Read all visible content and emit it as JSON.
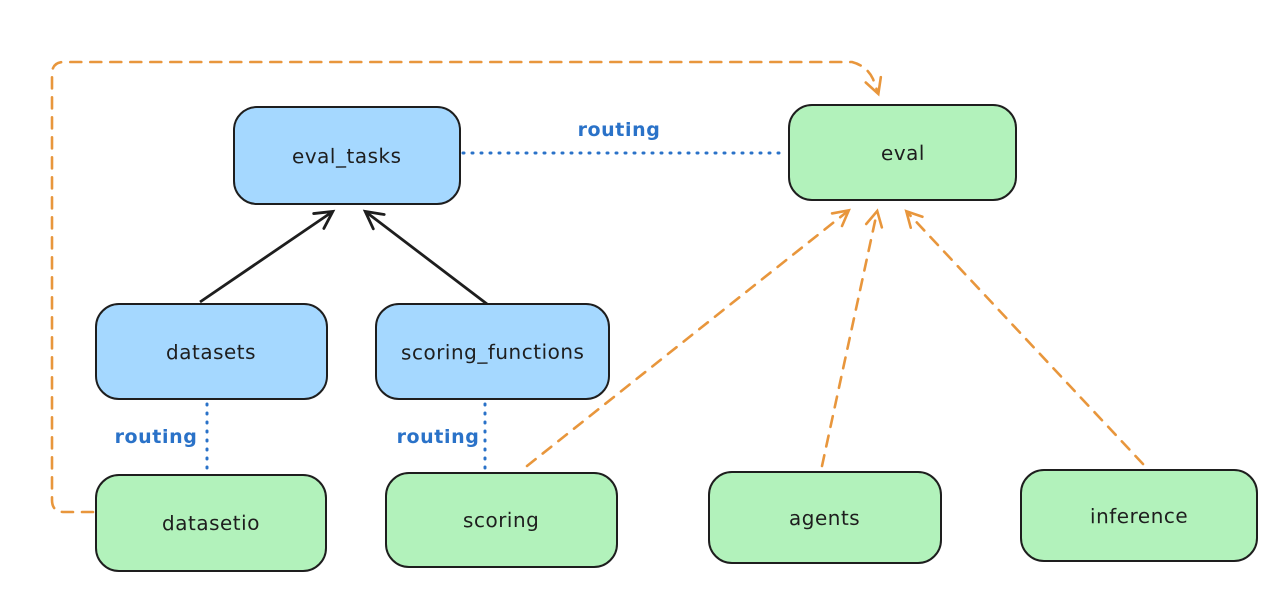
{
  "diagram": {
    "title": "",
    "colors": {
      "background": "#ffffff",
      "node_border": "#1e1e1e",
      "blue_node_fill": "#a5d8ff",
      "green_node_fill": "#b2f2bb",
      "solid_edge": "#1e1e1e",
      "routing_edge": "#2a72c8",
      "routing_label_text": "#2a72c8",
      "dependency_edge": "#e8963c"
    },
    "nodes": {
      "eval_tasks": {
        "label": "eval_tasks",
        "fill": "#a5d8ff"
      },
      "eval": {
        "label": "eval",
        "fill": "#b2f2bb"
      },
      "datasets": {
        "label": "datasets",
        "fill": "#a5d8ff"
      },
      "scoring_functions": {
        "label": "scoring_functions",
        "fill": "#a5d8ff"
      },
      "datasetio": {
        "label": "datasetio",
        "fill": "#b2f2bb"
      },
      "scoring": {
        "label": "scoring",
        "fill": "#b2f2bb"
      },
      "agents": {
        "label": "agents",
        "fill": "#b2f2bb"
      },
      "inference": {
        "label": "inference",
        "fill": "#b2f2bb"
      }
    },
    "edges": [
      {
        "from": "datasets",
        "to": "eval_tasks",
        "style": "solid",
        "arrow": true,
        "color": "#1e1e1e",
        "label": ""
      },
      {
        "from": "scoring_functions",
        "to": "eval_tasks",
        "style": "solid",
        "arrow": true,
        "color": "#1e1e1e",
        "label": ""
      },
      {
        "from": "eval_tasks",
        "to": "eval",
        "style": "dotted",
        "arrow": false,
        "color": "#2a72c8",
        "label": "routing"
      },
      {
        "from": "datasets",
        "to": "datasetio",
        "style": "dotted",
        "arrow": false,
        "color": "#2a72c8",
        "label": "routing"
      },
      {
        "from": "scoring_functions",
        "to": "scoring",
        "style": "dotted",
        "arrow": false,
        "color": "#2a72c8",
        "label": "routing"
      },
      {
        "from": "datasetio",
        "to": "eval",
        "style": "dashed",
        "arrow": true,
        "color": "#e8963c",
        "label": ""
      },
      {
        "from": "scoring",
        "to": "eval",
        "style": "dashed",
        "arrow": true,
        "color": "#e8963c",
        "label": ""
      },
      {
        "from": "agents",
        "to": "eval",
        "style": "dashed",
        "arrow": true,
        "color": "#e8963c",
        "label": ""
      },
      {
        "from": "inference",
        "to": "eval",
        "style": "dashed",
        "arrow": true,
        "color": "#e8963c",
        "label": ""
      }
    ]
  }
}
